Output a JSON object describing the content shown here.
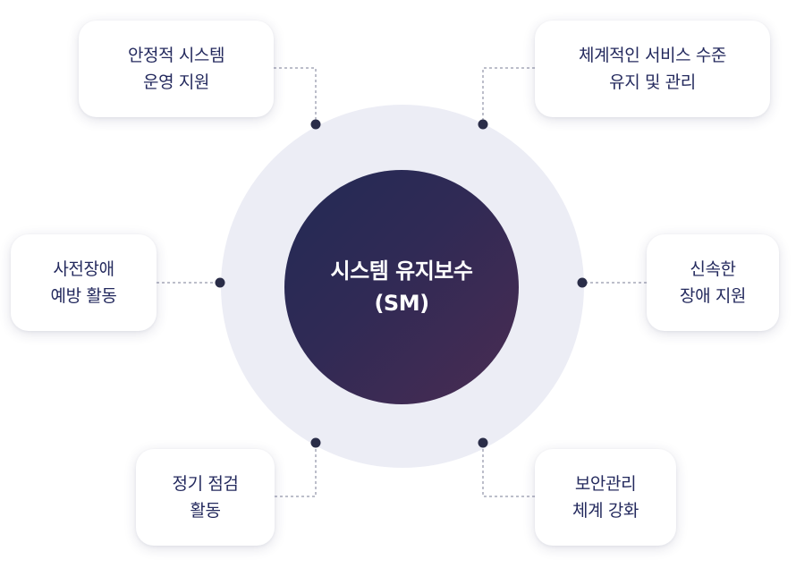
{
  "center": {
    "line1": "시스템 유지보수",
    "line2": "(SM)"
  },
  "nodes": [
    {
      "id": "stable-operation",
      "line1": "안정적 시스템",
      "line2": "운영 지원"
    },
    {
      "id": "service-level",
      "line1": "체계적인 서비스 수준",
      "line2": "유지 및 관리"
    },
    {
      "id": "failure-prevention",
      "line1": "사전장애",
      "line2": "예방 활동"
    },
    {
      "id": "rapid-support",
      "line1": "신속한",
      "line2": "장애 지원"
    },
    {
      "id": "regular-inspection",
      "line1": "정기 점검",
      "line2": "활동"
    },
    {
      "id": "security-management",
      "line1": "보안관리",
      "line2": "체계 강화"
    }
  ],
  "colors": {
    "card_text": "#242a5e",
    "ring": "#ecedf5",
    "core_gradient_start": "#232a55",
    "core_gradient_end": "#4a2c52",
    "connector": "#7a7d95",
    "dot": "#2a2d48"
  }
}
